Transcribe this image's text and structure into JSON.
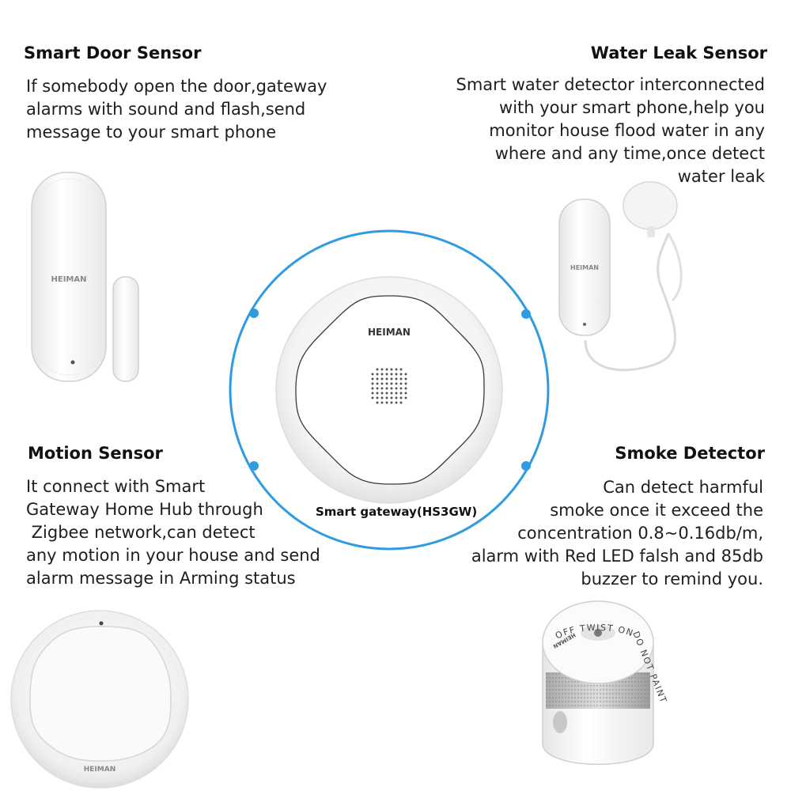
{
  "door": {
    "title": "Smart Door Sensor",
    "lines": [
      "If somebody open the door,gateway",
      "alarms with sound and flash,send",
      "message to your smart phone"
    ],
    "brand": "HEIMAN"
  },
  "water": {
    "title": "Water Leak Sensor",
    "lines": [
      "Smart water detector interconnected",
      "with your smart phone,help you",
      "monitor house flood water in any",
      "where and any time,once detect",
      "water leak"
    ],
    "brand": "HEIMAN"
  },
  "gateway": {
    "brand": "HEIMAN",
    "label": "Smart gateway(HS3GW)"
  },
  "motion": {
    "title": "Motion Sensor",
    "lines": [
      "It connect with Smart",
      "Gateway Home Hub through",
      " Zigbee network,can detect",
      "any motion in your house and send",
      "alarm message in Arming status"
    ],
    "brand": "HEIMAN"
  },
  "smoke": {
    "title": "Smoke Detector",
    "lines": [
      "Can detect harmful",
      "smoke once it exceed the",
      "concentration 0.8~0.16db/m,",
      "alarm with Red LED falsh and 85db",
      "buzzer to remind you."
    ],
    "ring_text": "OFF TWIST ON",
    "side_text": "DO NOT PAINT",
    "brand": "HEIMAN"
  },
  "colors": {
    "ring": "#2f9be0",
    "text": "#1e1e1e"
  }
}
